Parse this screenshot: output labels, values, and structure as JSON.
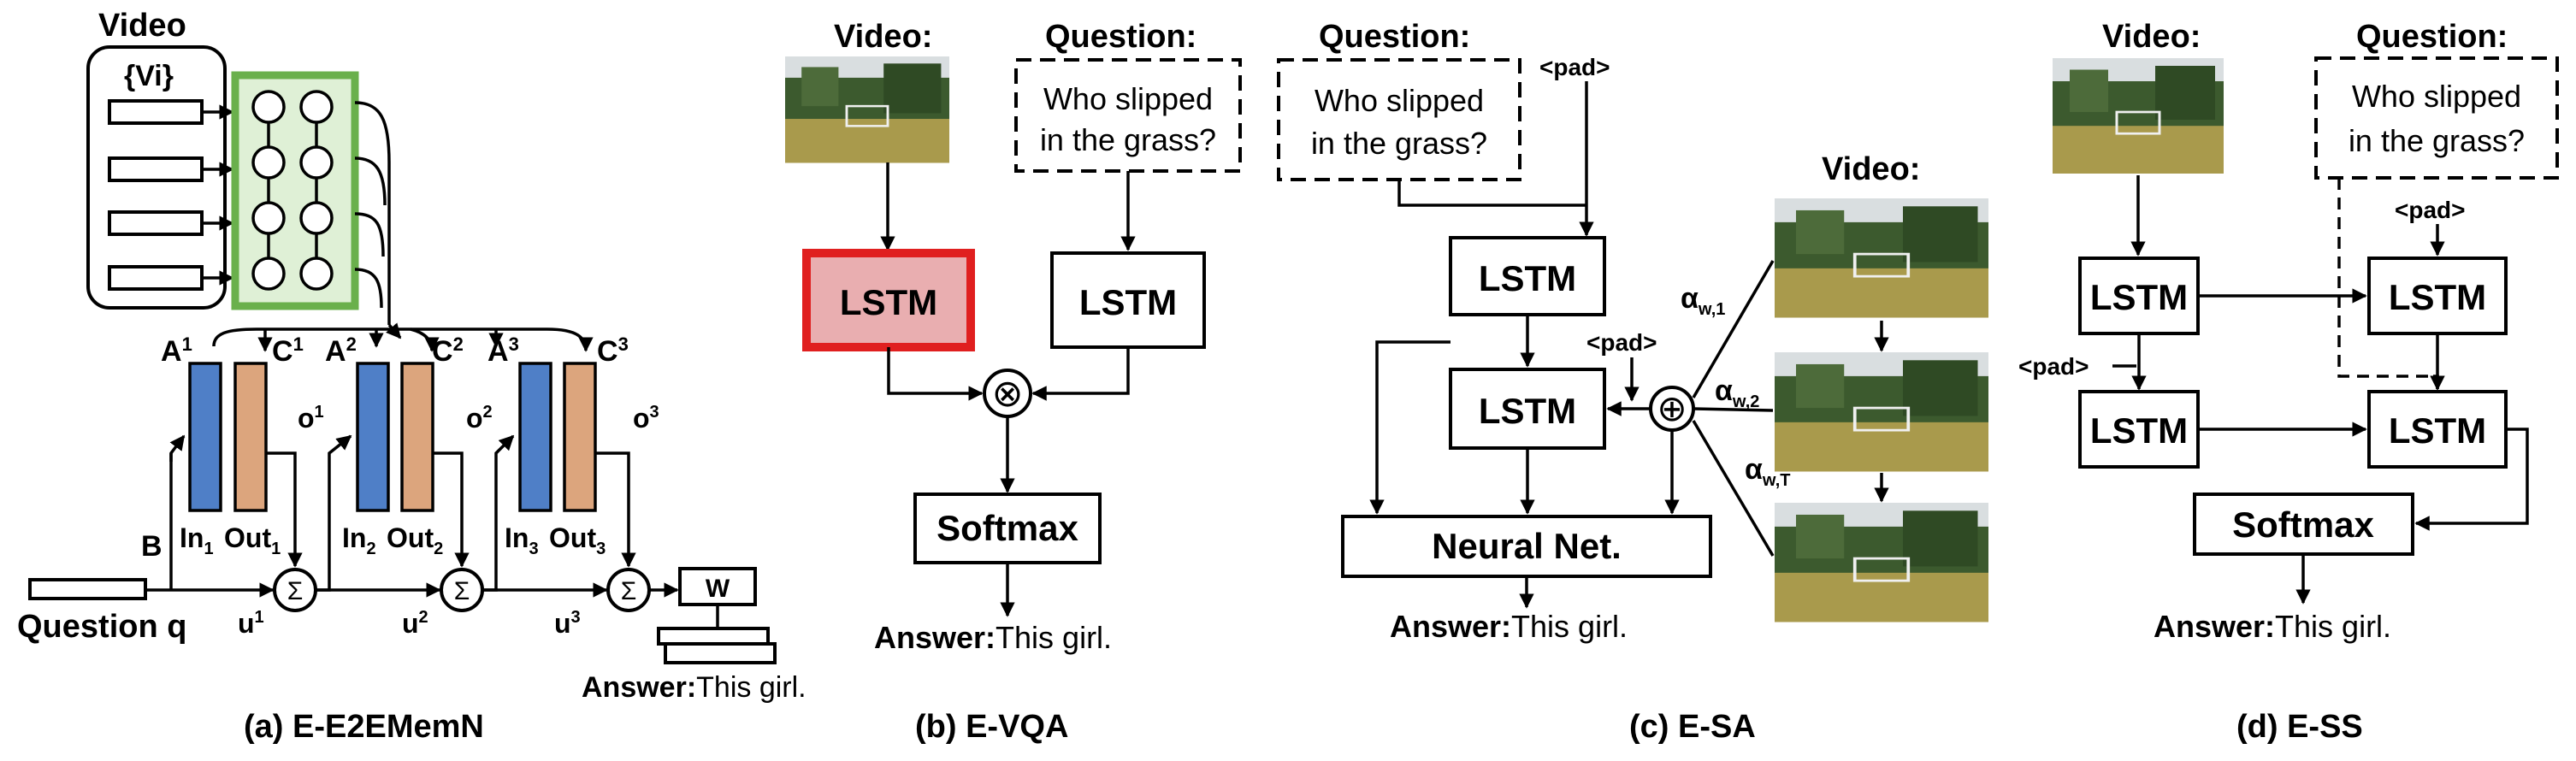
{
  "colors": {
    "memory_input": "#4f7fc7",
    "memory_output": "#dca57d",
    "highlight_lstm_fill": "#e9aeb0",
    "highlight_lstm_border": "#e01f1f",
    "green_border": "#6ab04c",
    "green_fill": "#dff0d6",
    "video_sky": "#d9dee0",
    "video_trees": "#3c5a2e",
    "video_grass": "#a99a4c"
  },
  "panel_a": {
    "video_label": "Video",
    "v_set_label": "{Vi}",
    "a_labels": [
      "A",
      "A",
      "A"
    ],
    "a_sups": [
      "1",
      "2",
      "3"
    ],
    "c_labels": [
      "C",
      "C",
      "C"
    ],
    "c_sups": [
      "1",
      "2",
      "3"
    ],
    "in_labels": [
      "In",
      "In",
      "In"
    ],
    "in_subs": [
      "1",
      "2",
      "3"
    ],
    "out_labels": [
      "Out",
      "Out",
      "Out"
    ],
    "out_subs": [
      "1",
      "2",
      "3"
    ],
    "o_labels": [
      "o",
      "o",
      "o"
    ],
    "o_sups": [
      "1",
      "2",
      "3"
    ],
    "u_labels": [
      "u",
      "u",
      "u"
    ],
    "u_sups": [
      "1",
      "2",
      "3"
    ],
    "sum_symbol": "Σ",
    "b_label": "B",
    "question_label": "Question q",
    "w_label": "W",
    "answer_prefix": "Answer:",
    "answer_text": "This girl.",
    "caption": "(a) E-E2EMemN"
  },
  "panel_b": {
    "video_label": "Video:",
    "question_label": "Question:",
    "question_text_1": "Who slipped",
    "question_text_2": "in the grass?",
    "lstm_left": "LSTM",
    "lstm_right": "LSTM",
    "times_symbol": "⊗",
    "softmax": "Softmax",
    "answer_prefix": "Answer:",
    "answer_text": "This girl.",
    "caption": "(b) E-VQA"
  },
  "panel_c": {
    "question_label": "Question:",
    "question_text_1": "Who slipped",
    "question_text_2": "in the grass?",
    "pad_top": "<pad>",
    "pad_mid": "<pad>",
    "video_label": "Video:",
    "lstm_top": "LSTM",
    "lstm_bottom": "LSTM",
    "plus_symbol": "⊕",
    "alpha_labels": [
      "α",
      "α",
      "α"
    ],
    "alpha_subs": [
      "w,1",
      "w,2",
      "w,T"
    ],
    "neural_net": "Neural Net.",
    "answer_prefix": "Answer:",
    "answer_text": "This girl.",
    "caption": "(c) E-SA"
  },
  "panel_d": {
    "video_label": "Video:",
    "question_label": "Question:",
    "question_text_1": "Who slipped",
    "question_text_2": "in the grass?",
    "pad_top": "<pad>",
    "pad_left": "<pad>",
    "lstm_labels": [
      "LSTM",
      "LSTM",
      "LSTM",
      "LSTM"
    ],
    "softmax": "Softmax",
    "answer_prefix": "Answer:",
    "answer_text": "This girl.",
    "caption": "(d) E-SS"
  }
}
